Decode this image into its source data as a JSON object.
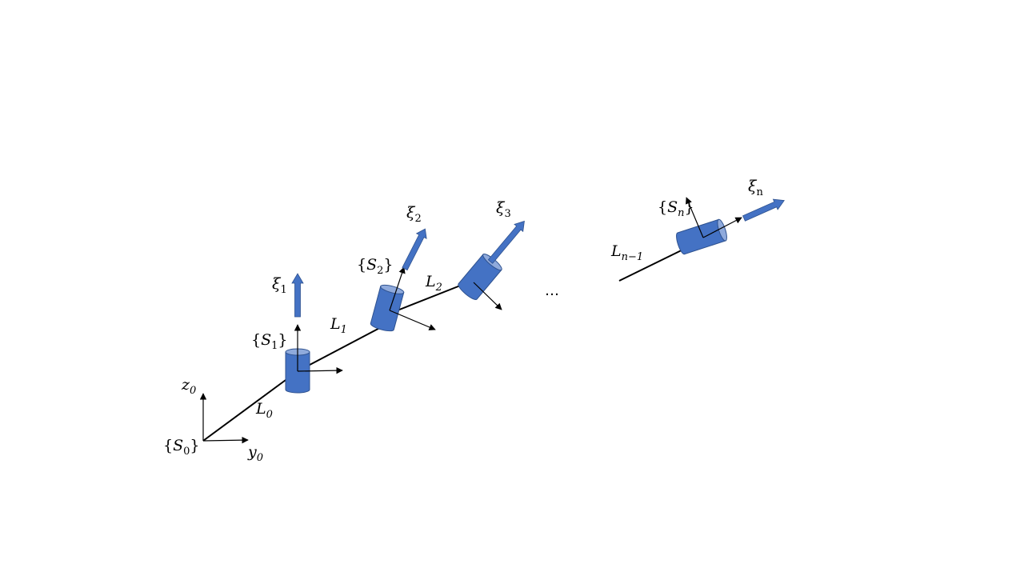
{
  "colors": {
    "joint_fill": "#4472C4",
    "joint_top": "#8FAADC",
    "joint_stroke": "#2F528F",
    "twist_arrow": "#4472C4",
    "line": "#000000"
  },
  "labels": {
    "frames": {
      "s0": {
        "pre": "{",
        "sym": "S",
        "sub": "0",
        "post": "}"
      },
      "s1": {
        "pre": "{",
        "sym": "S",
        "sub": "1",
        "post": "}"
      },
      "s2": {
        "pre": "{",
        "sym": "S",
        "sub": "2",
        "post": "}"
      },
      "sn": {
        "pre": "{",
        "sym": "S",
        "sub": "n",
        "post": "}"
      }
    },
    "axes": {
      "z0": {
        "sym": "z",
        "sub": "0"
      },
      "y0": {
        "sym": "y",
        "sub": "0"
      }
    },
    "links": {
      "l0": {
        "sym": "L",
        "sub": "0"
      },
      "l1": {
        "sym": "L",
        "sub": "1"
      },
      "l2": {
        "sym": "L",
        "sub": "2"
      },
      "ln1": {
        "sym": "L",
        "sub": "n−1"
      }
    },
    "twists": {
      "xi1": {
        "sym": "ξ",
        "sub": "1"
      },
      "xi2": {
        "sym": "ξ",
        "sub": "2"
      },
      "xi3": {
        "sym": "ξ",
        "sub": "3"
      },
      "xin": {
        "sym": "ξ",
        "sub": "n"
      }
    },
    "ellipsis": "…"
  }
}
